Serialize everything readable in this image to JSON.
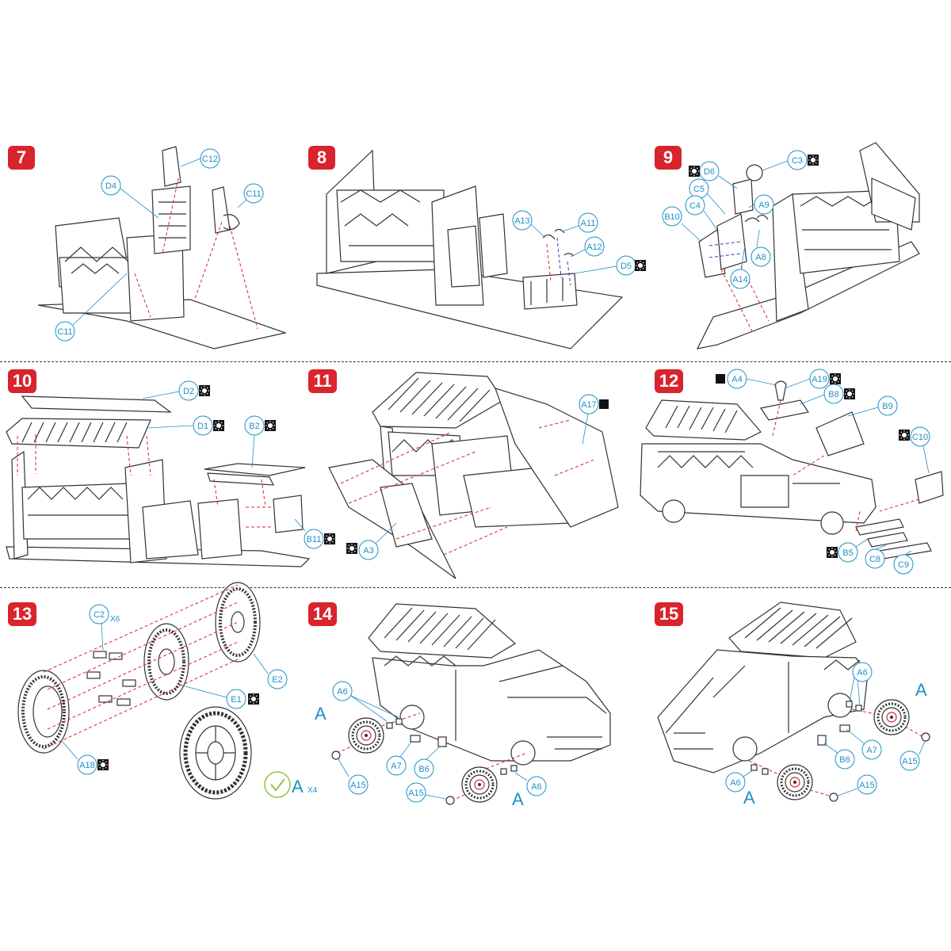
{
  "steps": [
    {
      "number": "7",
      "callouts": [
        "C12",
        "C11",
        "D4",
        "C11"
      ]
    },
    {
      "number": "8",
      "callouts": [
        "A13",
        "A11",
        "A12",
        "D5"
      ]
    },
    {
      "number": "9",
      "callouts": [
        "D6",
        "C3",
        "C5",
        "C4",
        "A9",
        "B10",
        "A8",
        "A14"
      ]
    },
    {
      "number": "10",
      "callouts": [
        "D2",
        "D1",
        "B2",
        "B11"
      ]
    },
    {
      "number": "11",
      "callouts": [
        "A17",
        "A3"
      ]
    },
    {
      "number": "12",
      "callouts": [
        "A4",
        "A19",
        "B8",
        "B9",
        "C10",
        "B5",
        "C8",
        "C9"
      ]
    },
    {
      "number": "13",
      "callouts": [
        "C2",
        "E2",
        "E1",
        "A18"
      ],
      "multiplier": "X6",
      "assembly_label": "A",
      "assembly_count": "X4"
    },
    {
      "number": "14",
      "callouts": [
        "A6",
        "A7",
        "B6",
        "A15",
        "A15",
        "A6"
      ],
      "assembly_labels": [
        "A",
        "A"
      ]
    },
    {
      "number": "15",
      "callouts": [
        "A6",
        "A7",
        "B6",
        "A15",
        "A6",
        "A15"
      ],
      "assembly_labels": [
        "A",
        "A"
      ]
    }
  ],
  "colors": {
    "badge": "#d9232d",
    "callout": "#1e90c8",
    "guide_line": "#d9232d",
    "guide_line_alt": "#2b3fbf",
    "check": "#8dc63f"
  },
  "icons": [
    "sun-icon",
    "black-square-icon",
    "check-circle-icon"
  ]
}
